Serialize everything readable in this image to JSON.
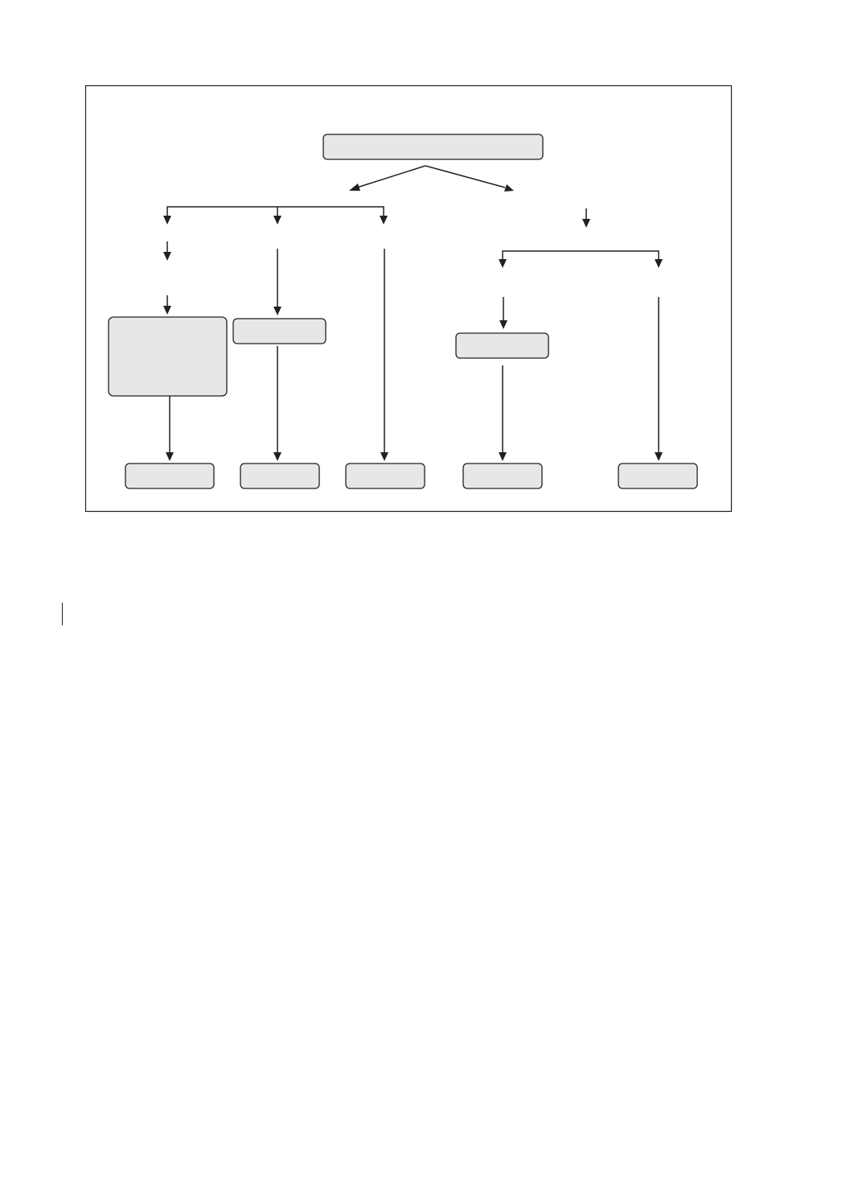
{
  "diagram": {
    "type": "flowchart",
    "colors": {
      "box_fill": "#e6e7e8",
      "stroke": "#231f20"
    },
    "nodes": [
      {
        "id": "root",
        "label": ""
      },
      {
        "id": "left-a",
        "label": ""
      },
      {
        "id": "left-b",
        "label": ""
      },
      {
        "id": "right-a",
        "label": ""
      },
      {
        "id": "out-1",
        "label": ""
      },
      {
        "id": "out-2",
        "label": ""
      },
      {
        "id": "out-3",
        "label": ""
      },
      {
        "id": "out-4",
        "label": ""
      },
      {
        "id": "out-5",
        "label": ""
      }
    ],
    "edges": [
      {
        "from": "root",
        "to": "left-branch"
      },
      {
        "from": "root",
        "to": "right-branch"
      },
      {
        "from": "left-branch",
        "to": "left-a"
      },
      {
        "from": "left-branch",
        "to": "left-b"
      },
      {
        "from": "left-branch",
        "to": "out-3"
      },
      {
        "from": "left-a",
        "to": "out-1"
      },
      {
        "from": "left-b",
        "to": "out-2"
      },
      {
        "from": "right-branch",
        "to": "right-a"
      },
      {
        "from": "right-branch",
        "to": "out-5"
      },
      {
        "from": "right-a",
        "to": "out-4"
      }
    ]
  }
}
